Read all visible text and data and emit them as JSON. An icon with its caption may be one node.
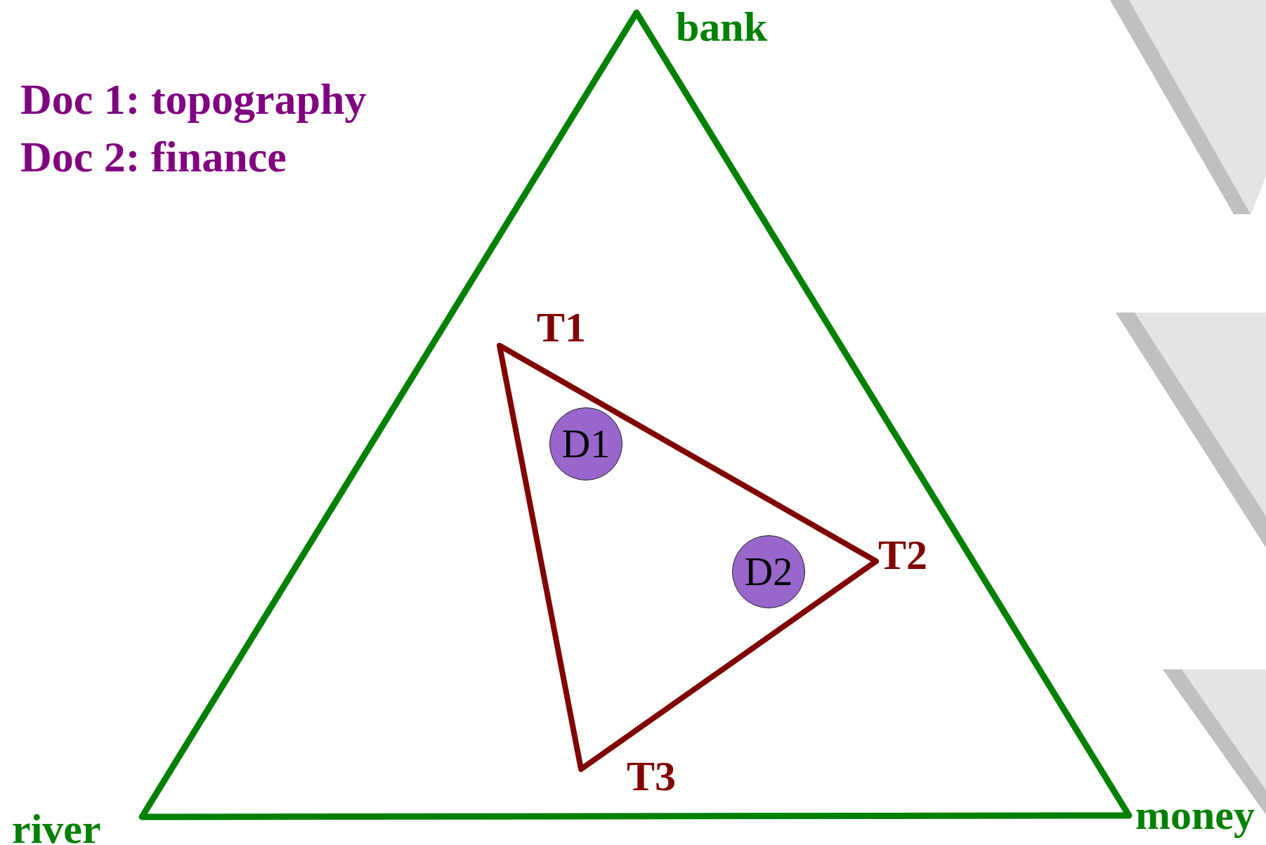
{
  "diagram": {
    "nodes": [
      {
        "text": [
          "D1"
        ]
      },
      {
        "text": [
          "D2"
        ]
      }
    ],
    "edges": [],
    "labels": [
      "Doc 1: topography",
      "Doc 2: finance",
      "bank",
      "T1",
      "T2",
      "T3",
      "river",
      "money"
    ]
  }
}
